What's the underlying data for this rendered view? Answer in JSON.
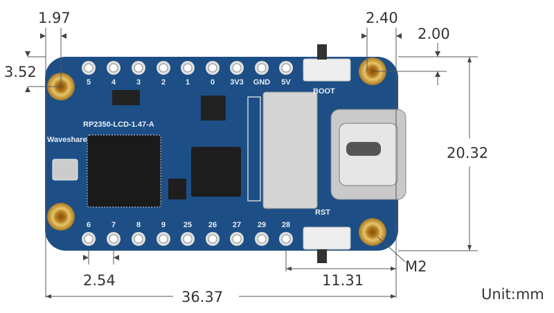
{
  "board": {
    "model": "RP2350-LCD-1.47-A",
    "brand": "Waveshare",
    "top_pins": [
      "5",
      "4",
      "3",
      "2",
      "1",
      "0",
      "3V3",
      "GND",
      "5V"
    ],
    "bottom_pins": [
      "6",
      "7",
      "8",
      "9",
      "25",
      "26",
      "27",
      "29",
      "28"
    ],
    "boot_label": "BOOT",
    "rst_label": "RST",
    "colors": {
      "pcb": "#1d4f86",
      "gold": "#c8962a"
    }
  },
  "dimensions": {
    "hole_offset_x": "1.97",
    "hole_offset_y": "3.52",
    "right_hole_x": "2.40",
    "right_hole_y": "2.00",
    "height": "20.32",
    "pin_pitch": "2.54",
    "width": "36.37",
    "hole_spacing": "11.31",
    "screw": "M2",
    "unit": "Unit:mm"
  }
}
